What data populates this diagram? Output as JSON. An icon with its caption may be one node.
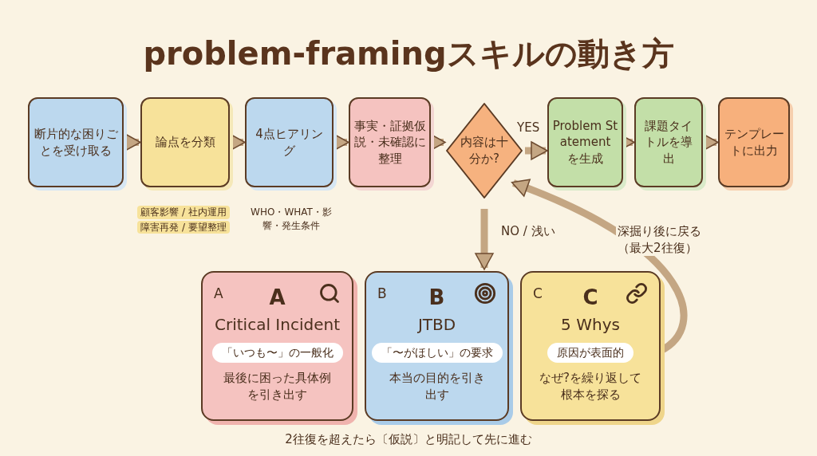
{
  "diagram": {
    "title": "problem-framingスキルの動き方",
    "nodes": [
      {
        "text": [
          "断片的な困りごとを受け取る"
        ]
      },
      {
        "text": [
          "論点を分類"
        ],
        "beside": [
          "顧客影響 / 社内運用",
          "障害再発 / 要望整理"
        ]
      },
      {
        "text": [
          "4点ヒアリング"
        ],
        "beside": [
          "WHO・WHAT・影響・発生条件"
        ]
      },
      {
        "text": [
          "事実・証拠仮説・未確認に整理"
        ]
      },
      {
        "text": [
          "内容は十分か?"
        ]
      },
      {
        "text": [
          "Problem Statement を生成"
        ]
      },
      {
        "text": [
          "課題タイトルを導出"
        ]
      },
      {
        "text": [
          "テンプレートに出力"
        ]
      },
      {
        "text": [
          "A",
          "A",
          "Critical Incident",
          "「いつも〜」の一般化",
          "最後に困った具体例を引き出す"
        ]
      },
      {
        "text": [
          "B",
          "B",
          "JTBD",
          "「〜がほしい」の要求",
          "本当の目的を引き出す"
        ]
      },
      {
        "text": [
          "C",
          "C",
          "5 Whys",
          "原因が表面的",
          "なぜ?を繰り返して根本を探る"
        ]
      }
    ],
    "edges": [
      {
        "from": 0,
        "to": 1,
        "arrow": "to"
      },
      {
        "from": 1,
        "to": 2,
        "arrow": "to"
      },
      {
        "from": 2,
        "to": 3,
        "arrow": "to"
      },
      {
        "from": 3,
        "to": 4,
        "arrow": "to"
      },
      {
        "from": 4,
        "to": 5,
        "arrow": "to",
        "label": "YES"
      },
      {
        "from": 5,
        "to": 6,
        "arrow": "to"
      },
      {
        "from": 6,
        "to": 7,
        "arrow": "to"
      },
      {
        "from": 4,
        "to": 9,
        "arrow": "to",
        "label": "NO / 浅い"
      },
      {
        "from": 10,
        "to": 4,
        "arrow": "to",
        "label": "深掘り後に戻る（最大2往復）"
      }
    ],
    "caption": "2往復を超えたら〔仮説〕と明記して先に進む"
  }
}
